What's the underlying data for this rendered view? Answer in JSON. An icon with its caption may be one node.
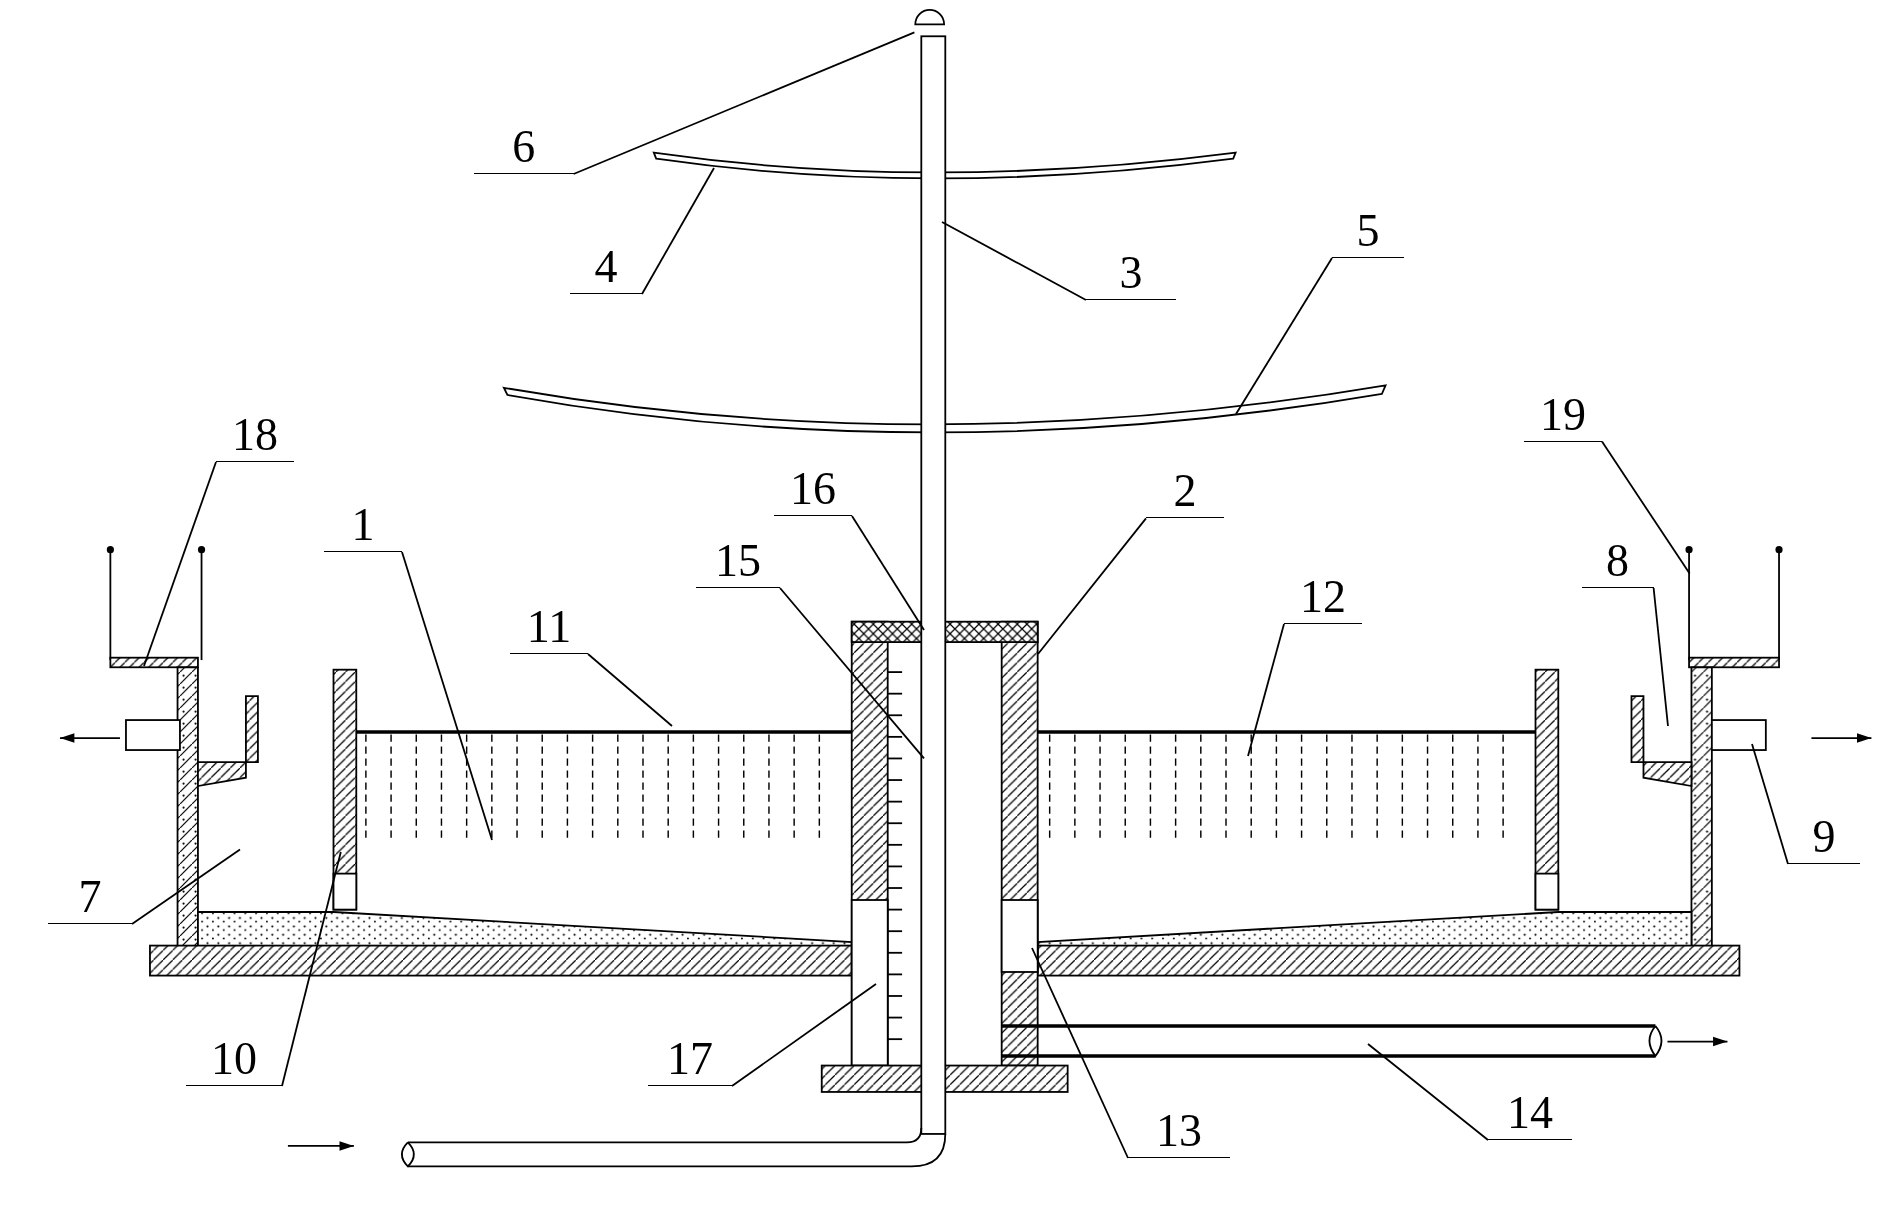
{
  "diagram": {
    "nodes": [
      {
        "text": [
          "6"
        ]
      },
      {
        "text": [
          "5"
        ]
      },
      {
        "text": [
          "4"
        ]
      },
      {
        "text": [
          "3"
        ]
      },
      {
        "text": [
          "19"
        ]
      },
      {
        "text": [
          "18"
        ]
      },
      {
        "text": [
          "16"
        ]
      },
      {
        "text": [
          "2"
        ]
      },
      {
        "text": [
          "1"
        ]
      },
      {
        "text": [
          "8"
        ]
      },
      {
        "text": [
          "15"
        ]
      },
      {
        "text": [
          "12"
        ]
      },
      {
        "text": [
          "11"
        ]
      },
      {
        "text": [
          "9"
        ]
      },
      {
        "text": [
          "7"
        ]
      },
      {
        "text": [
          "10"
        ]
      },
      {
        "text": [
          "17"
        ]
      },
      {
        "text": [
          "14"
        ]
      },
      {
        "text": [
          "13"
        ]
      }
    ],
    "edges": [
      {
        "from": 0,
        "to": null,
        "arrow": "none"
      },
      {
        "from": 1,
        "to": null,
        "arrow": "none"
      },
      {
        "from": 2,
        "to": null,
        "arrow": "none"
      },
      {
        "from": 3,
        "to": null,
        "arrow": "none"
      },
      {
        "from": 4,
        "to": null,
        "arrow": "none"
      },
      {
        "from": 5,
        "to": null,
        "arrow": "none"
      },
      {
        "from": 6,
        "to": null,
        "arrow": "none"
      },
      {
        "from": 7,
        "to": null,
        "arrow": "none"
      },
      {
        "from": 8,
        "to": null,
        "arrow": "none"
      },
      {
        "from": 9,
        "to": null,
        "arrow": "none"
      },
      {
        "from": 10,
        "to": null,
        "arrow": "none"
      },
      {
        "from": 11,
        "to": null,
        "arrow": "none"
      },
      {
        "from": 12,
        "to": null,
        "arrow": "none"
      },
      {
        "from": 13,
        "to": null,
        "arrow": "none"
      },
      {
        "from": 14,
        "to": null,
        "arrow": "none"
      },
      {
        "from": 15,
        "to": null,
        "arrow": "none"
      },
      {
        "from": 16,
        "to": null,
        "arrow": "none"
      },
      {
        "from": 17,
        "to": null,
        "arrow": "none"
      },
      {
        "from": 18,
        "to": null,
        "arrow": "none"
      }
    ]
  }
}
